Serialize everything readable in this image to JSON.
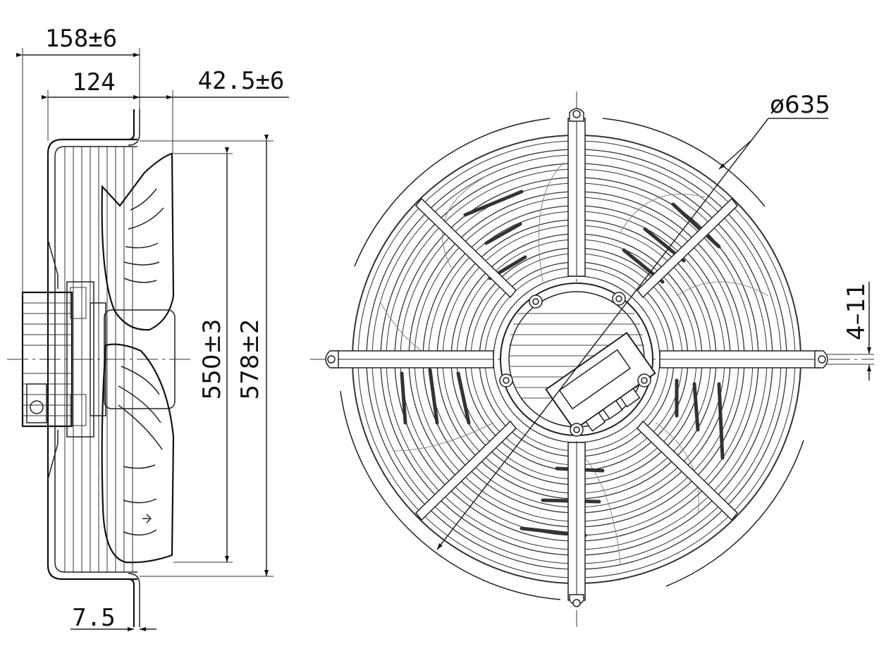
{
  "side_view": {
    "dim_overall_depth": "158±6",
    "dim_guard_depth": "124",
    "dim_blade_offset": "42.5±6",
    "dim_flange": "7.5",
    "dim_blade_diameter": "550±3",
    "dim_guard_diameter": "578±2"
  },
  "front_view": {
    "dim_mount_circle": "ø635",
    "dim_mount_holes": "4–11"
  }
}
